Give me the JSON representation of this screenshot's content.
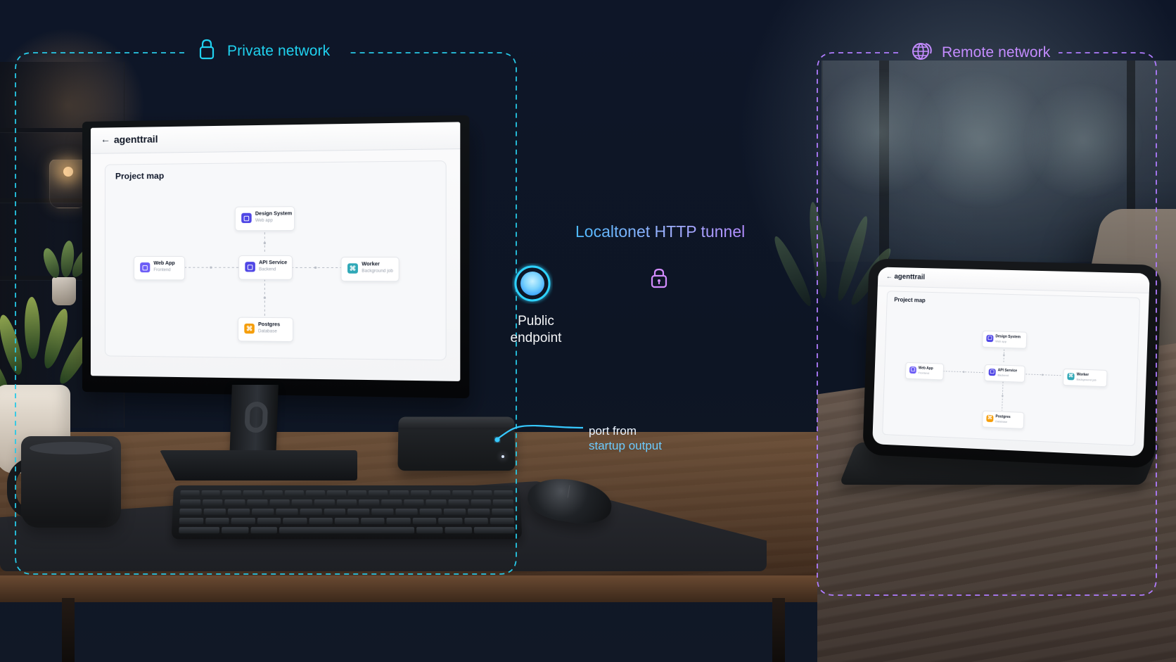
{
  "labels": {
    "private_network": "Private network",
    "remote_network": "Remote network",
    "tunnel": "Localtonet HTTP tunnel",
    "public_endpoint": [
      "Public",
      "endpoint"
    ],
    "port_from": "port from",
    "startup_output": "startup output"
  },
  "colors": {
    "private": "#20d1ef",
    "remote": "#c48cff",
    "tunnel_start": "#22d3ee",
    "tunnel_end": "#a855f7"
  },
  "icons": {
    "private_network": "lock-icon",
    "remote_network": "globe-icon",
    "tunnel": "lock-icon",
    "endpoint": "endpoint-dot-icon"
  },
  "desktop_app": {
    "app_name": "agenttrail",
    "project_map_title": "Project map",
    "nodes": [
      {
        "title": "Design System",
        "subtitle": "Web app",
        "icon": "square-icon",
        "color": "#4f46e5"
      },
      {
        "title": "Web App",
        "subtitle": "Frontend",
        "icon": "square-icon",
        "color": "#6d5df6"
      },
      {
        "title": "API Service",
        "subtitle": "Backend",
        "icon": "square-icon",
        "color": "#4f46e5"
      },
      {
        "title": "Worker",
        "subtitle": "Background job",
        "icon": "database-icon",
        "color": "#2fa8b7"
      },
      {
        "title": "Postgres",
        "subtitle": "Database",
        "icon": "database-icon",
        "color": "#f59e0b"
      }
    ]
  },
  "tablet_app": {
    "app_name": "agenttrail",
    "project_map_title": "Project map",
    "nodes": [
      {
        "title": "Design System",
        "subtitle": "Web app",
        "icon": "square-icon",
        "color": "#4f46e5"
      },
      {
        "title": "Web App",
        "subtitle": "Frontend",
        "icon": "square-icon",
        "color": "#6d5df6"
      },
      {
        "title": "API Service",
        "subtitle": "Backend",
        "icon": "square-icon",
        "color": "#4f46e5"
      },
      {
        "title": "Worker",
        "subtitle": "Background job",
        "icon": "database-icon",
        "color": "#2fa8b7"
      },
      {
        "title": "Postgres",
        "subtitle": "Database",
        "icon": "database-icon",
        "color": "#f59e0b"
      }
    ]
  }
}
